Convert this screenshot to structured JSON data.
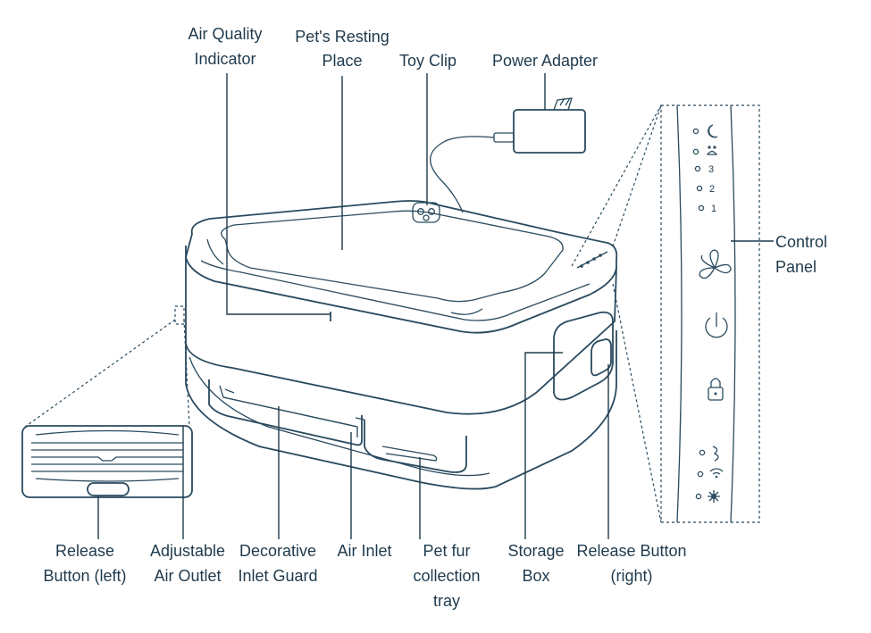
{
  "labels": {
    "air_quality_1": "Air Quality",
    "air_quality_2": "Indicator",
    "resting_1": "Pet's Resting",
    "resting_2": "Place",
    "toy_clip": "Toy Clip",
    "power_adapter": "Power Adapter",
    "control_1": "Control",
    "control_2": "Panel",
    "release_left_1": "Release",
    "release_left_2": "Button (left)",
    "outlet_1": "Adjustable",
    "outlet_2": "Air Outlet",
    "guard_1": "Decorative",
    "guard_2": "Inlet Guard",
    "air_inlet": "Air Inlet",
    "fur_1": "Pet fur",
    "fur_2": "collection",
    "fur_3": "tray",
    "storage_1": "Storage",
    "storage_2": "Box",
    "release_right_1": "Release Button",
    "release_right_2": "(right)"
  },
  "panel": {
    "speed_3": "3",
    "speed_2": "2",
    "speed_1": "1"
  },
  "icons": [
    "moon-icon",
    "pet-paw-icon",
    "fan-icon",
    "power-icon",
    "lock-icon",
    "filter-icon",
    "wifi-icon",
    "uv-light-icon"
  ],
  "colors": {
    "line": "#1f3a4d"
  }
}
